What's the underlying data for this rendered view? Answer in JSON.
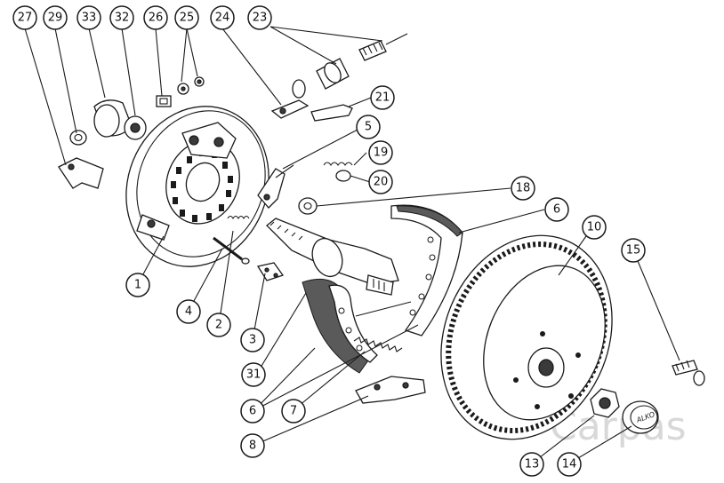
{
  "callouts": [
    {
      "id": "c27",
      "label": "27"
    },
    {
      "id": "c29",
      "label": "29"
    },
    {
      "id": "c33",
      "label": "33"
    },
    {
      "id": "c32",
      "label": "32"
    },
    {
      "id": "c26",
      "label": "26"
    },
    {
      "id": "c25",
      "label": "25"
    },
    {
      "id": "c24",
      "label": "24"
    },
    {
      "id": "c23",
      "label": "23"
    },
    {
      "id": "c21",
      "label": "21"
    },
    {
      "id": "c5",
      "label": "5"
    },
    {
      "id": "c19",
      "label": "19"
    },
    {
      "id": "c20",
      "label": "20"
    },
    {
      "id": "c18",
      "label": "18"
    },
    {
      "id": "c6a",
      "label": "6"
    },
    {
      "id": "c10",
      "label": "10"
    },
    {
      "id": "c15",
      "label": "15"
    },
    {
      "id": "c1",
      "label": "1"
    },
    {
      "id": "c4",
      "label": "4"
    },
    {
      "id": "c2",
      "label": "2"
    },
    {
      "id": "c3",
      "label": "3"
    },
    {
      "id": "c31",
      "label": "31"
    },
    {
      "id": "c6b",
      "label": "6"
    },
    {
      "id": "c7",
      "label": "7"
    },
    {
      "id": "c8",
      "label": "8"
    },
    {
      "id": "c13",
      "label": "13"
    },
    {
      "id": "c14",
      "label": "14"
    }
  ],
  "cap_text": "ALKO",
  "watermark": "Carpas",
  "colors": {
    "ink": "#1a1a1a",
    "watermark": "#d8d8d8"
  }
}
